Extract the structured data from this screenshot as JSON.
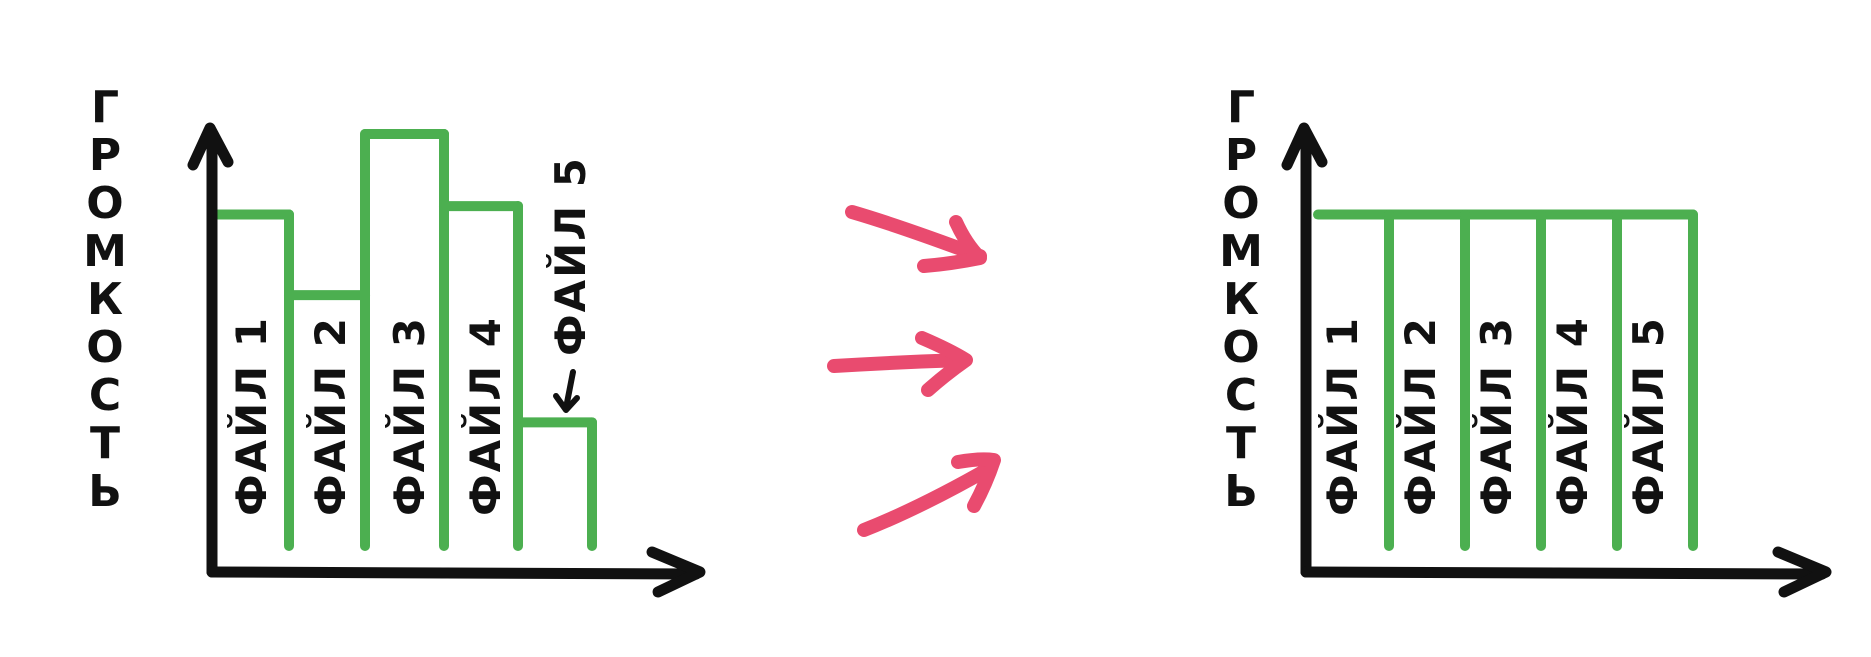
{
  "left_diagram": {
    "y_axis_label_letters": [
      "Г",
      "Р",
      "О",
      "М",
      "К",
      "О",
      "С",
      "Т",
      "Ь"
    ],
    "files": [
      {
        "label": "ФАЙЛ 1",
        "level": 0.81
      },
      {
        "label": "ФАЙЛ 2",
        "level": 0.62
      },
      {
        "label": "ФАЙЛ 3",
        "level": 1.0
      },
      {
        "label": "ФАЙЛ 4",
        "level": 0.83
      },
      {
        "label": "ФАЙЛ 5",
        "level": 0.32
      }
    ]
  },
  "right_diagram": {
    "y_axis_label_letters": [
      "Г",
      "Р",
      "О",
      "М",
      "К",
      "О",
      "С",
      "Т",
      "Ь"
    ],
    "files": [
      {
        "label": "ФАЙЛ 1",
        "level": 0.81
      },
      {
        "label": "ФАЙЛ 2",
        "level": 0.81
      },
      {
        "label": "ФАЙЛ 3",
        "level": 0.81
      },
      {
        "label": "ФАЙЛ 4",
        "level": 0.81
      },
      {
        "label": "ФАЙЛ 5",
        "level": 0.81
      }
    ]
  },
  "colors": {
    "bars": "#4caf50",
    "arrows": "#e94b6f",
    "axes": "#111111"
  }
}
